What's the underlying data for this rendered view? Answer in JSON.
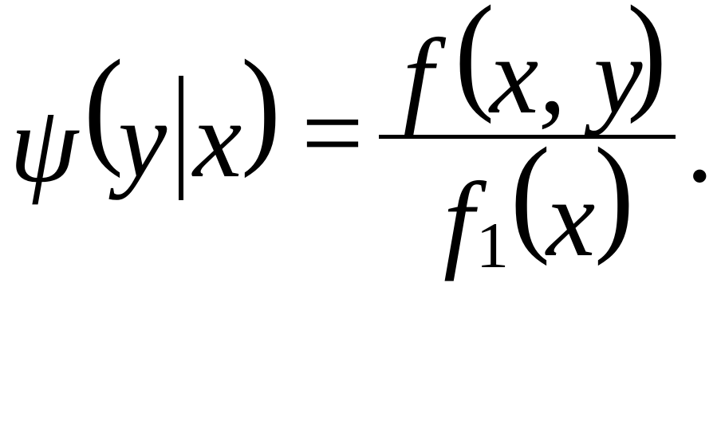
{
  "formula": {
    "lhs": {
      "func": "ψ",
      "open_paren": "(",
      "var_y": "y",
      "separator": "|",
      "var_x": "x",
      "close_paren": ")"
    },
    "equals": "=",
    "numerator": {
      "func": "f",
      "open_paren": "(",
      "args": "x, y",
      "close_paren": ")"
    },
    "denominator": {
      "func": "f",
      "subscript": "1",
      "open_paren": "(",
      "arg": "x",
      "close_paren": ")"
    },
    "terminal": "."
  }
}
